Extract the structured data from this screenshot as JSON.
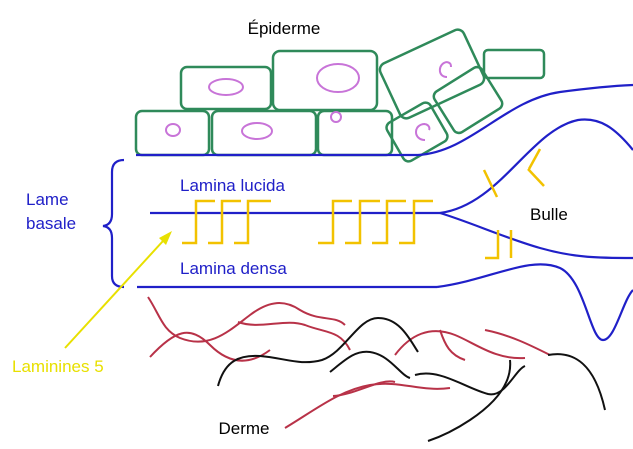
{
  "labels": {
    "epidermis": "Épiderme",
    "basal_lamina": [
      "Lame",
      "basale"
    ],
    "lamina_lucida": "Lamina lucida",
    "lamina_densa": "Lamina densa",
    "blister": "Bulle",
    "laminin": "Laminines 5",
    "dermis": "Derme"
  },
  "colors": {
    "cell_outline": "#2f8a5a",
    "nucleus": "#c874d8",
    "membrane": "#2020c8",
    "anchor": "#f2c200",
    "laminin_label": "#e8e000",
    "collagen_red": "#b83248",
    "collagen_black": "#111111",
    "text": "#000000"
  }
}
